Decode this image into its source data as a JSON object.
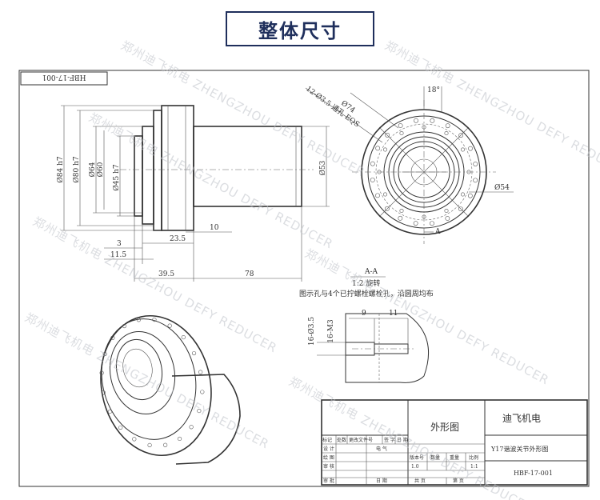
{
  "header": {
    "title": "整体尺寸"
  },
  "watermark": {
    "text": "郑州迪飞机电 ZHENGZHOU DEFY REDUCER"
  },
  "drawing": {
    "drawing_no_mirror": "HBF-17-001",
    "dims": {
      "d84": "Ø84 h7",
      "d80": "Ø80 h7",
      "d64": "Ø64",
      "d60": "Ø60",
      "d45": "Ø45 h7",
      "d53": "Ø53",
      "d74": "Ø74",
      "d54": "Ø54",
      "holes": "12-Ø3.5 通孔 EQS",
      "angle": "18°",
      "l3": "3",
      "l11_5": "11.5",
      "l23_5": "23.5",
      "l10": "10",
      "l39_5": "39.5",
      "l78": "78",
      "l9": "9",
      "l11": "11",
      "hole_left": "16-Ø3.5",
      "hole_m3": "16-M3"
    },
    "section": {
      "label": "A-A",
      "rotate": "1:2 旋转",
      "note": "图示孔与4个已拧螺栓螺栓孔，沿圆周均布",
      "mark_a": "A"
    }
  },
  "title_block": {
    "company": "迪飞机电",
    "drawing_name": "外形图",
    "part_title": "Y17谐波关节外形图",
    "drawing_no": "HBF-17-001",
    "scale": "1:1",
    "version": "1.0",
    "row_headers": [
      "标记",
      "处数",
      "更改文件号",
      "签 字",
      "日 期"
    ],
    "left_labels": [
      "设 计",
      "绘 图",
      "审 核",
      "审 批"
    ],
    "mid_labels": [
      "电 气",
      "日 期"
    ],
    "col_labels": [
      "版本号",
      "数量",
      "重量",
      "比例"
    ],
    "page_labels": [
      "共  页",
      "第  页"
    ]
  }
}
